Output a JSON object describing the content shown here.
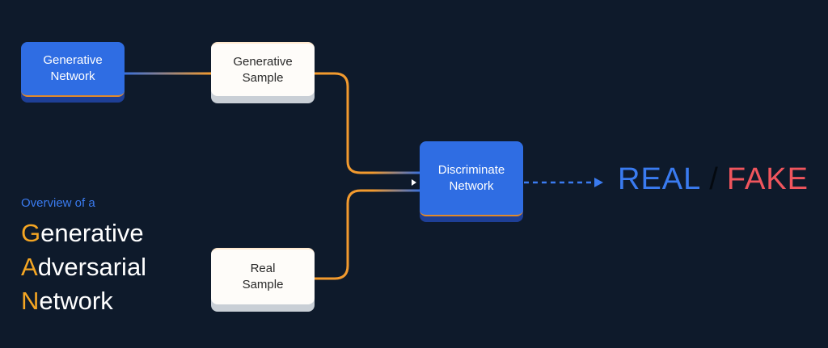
{
  "nodes": {
    "generative_network": {
      "line1": "Generative",
      "line2": "Network"
    },
    "generative_sample": {
      "line1": "Generative",
      "line2": "Sample"
    },
    "real_sample": {
      "line1": "Real",
      "line2": "Sample"
    },
    "discriminate_network": {
      "line1": "Discriminate",
      "line2": "Network"
    }
  },
  "verdict": {
    "real": "REAL",
    "slash": "/",
    "fake": "FAKE"
  },
  "caption": {
    "subtitle": "Overview of a",
    "lines": [
      {
        "initial": "G",
        "rest": "enerative"
      },
      {
        "initial": "A",
        "rest": "dversarial"
      },
      {
        "initial": "N",
        "rest": "etwork"
      }
    ]
  },
  "colors": {
    "background": "#0e1a2b",
    "node_blue": "#2f6de3",
    "node_white": "#fefcf9",
    "accent_orange": "#f5a623",
    "real_blue": "#3a7bf0",
    "fake_red": "#f0555d"
  }
}
